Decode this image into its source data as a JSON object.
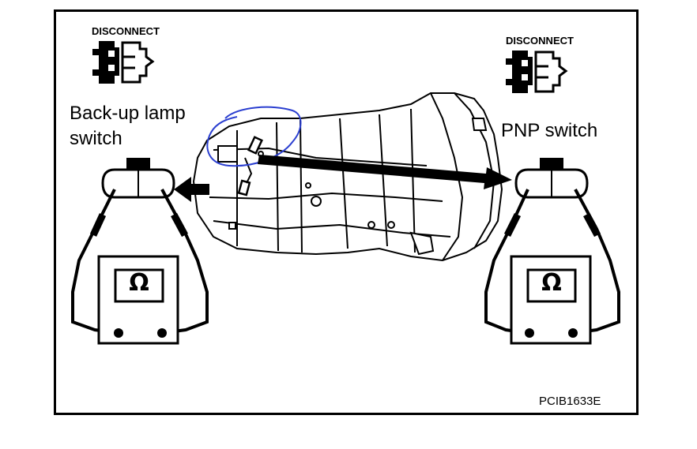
{
  "left_panel": {
    "disconnect_label": "DISCONNECT",
    "switch_label_line1": "Back-up lamp",
    "switch_label_line2": "switch",
    "meter_symbol": "Ω"
  },
  "right_panel": {
    "disconnect_label": "DISCONNECT",
    "switch_label": "PNP switch",
    "meter_symbol": "Ω"
  },
  "figure_code": "PCIB1633E",
  "icons": {
    "connector": "disconnect-connector-icon",
    "meter": "ohmmeter-icon",
    "transmission": "transmission-illustration"
  },
  "annotation_color": "#2b3fd0"
}
